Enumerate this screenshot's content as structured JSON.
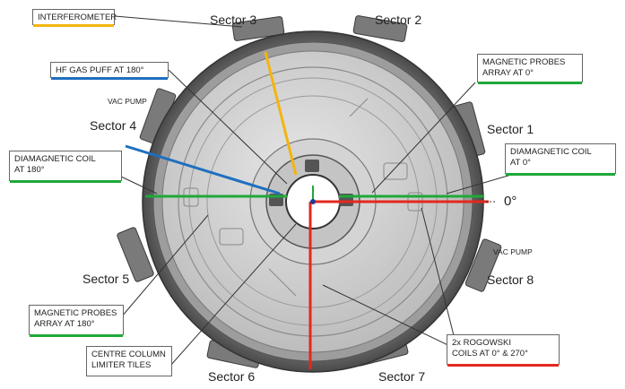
{
  "sectors": {
    "s1": "Sector 1",
    "s2": "Sector 2",
    "s3": "Sector 3",
    "s4": "Sector 4",
    "s5": "Sector 5",
    "s6": "Sector 6",
    "s7": "Sector 7",
    "s8": "Sector 8"
  },
  "callouts": {
    "interferometer": {
      "line1": "INTERFEROMETER",
      "line2": ""
    },
    "hf_gas_puff": {
      "line1": "HF GAS PUFF AT 180°",
      "line2": ""
    },
    "mag_probes_0": {
      "line1": "MAGNETIC PROBES",
      "line2": "ARRAY AT 0°"
    },
    "diamag_180": {
      "line1": "DIAMAGNETIC COIL",
      "line2": "AT 180°"
    },
    "diamag_0": {
      "line1": "DIAMAGNETIC COIL",
      "line2": "AT 0°"
    },
    "mag_probes_180": {
      "line1": "MAGNETIC PROBES",
      "line2": "ARRAY AT 180°"
    },
    "centre_column": {
      "line1": "CENTRE COLUMN",
      "line2": "LIMITER TILES"
    },
    "rogowski": {
      "line1": "2x ROGOWSKI",
      "line2": "COILS AT 0° & 270°"
    }
  },
  "labels": {
    "vac_pump_left": "VAC PUMP",
    "vac_pump_right": "VAC PUMP",
    "zero_deg": "0°"
  },
  "colors": {
    "interferometer": "#f2b50f",
    "gas_puff": "#1f6fc0",
    "green": "#1fa83a",
    "red": "#e3281e",
    "leader": "#333333"
  }
}
